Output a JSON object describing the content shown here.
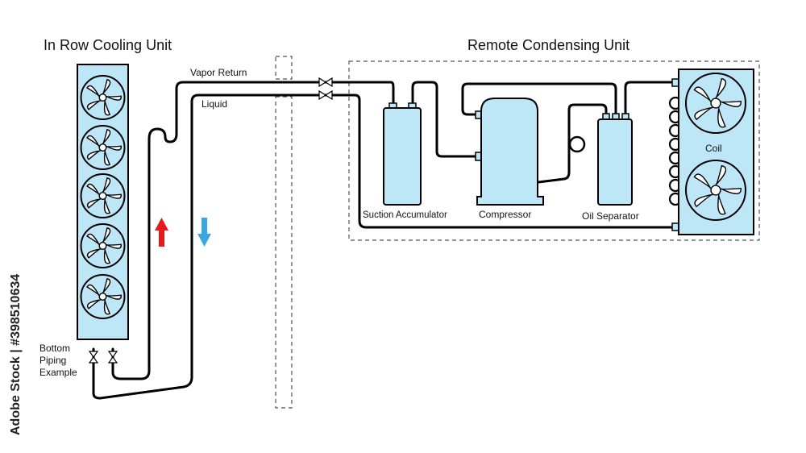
{
  "titles": {
    "left": "In Row Cooling Unit",
    "right": "Remote Condensing Unit"
  },
  "pipes": {
    "vapor_return": "Vapor Return",
    "liquid": "Liquid"
  },
  "components": {
    "suction_accumulator": "Suction Accumulator",
    "compressor": "Compressor",
    "oil_separator": "Oil Separator",
    "coil": "Coil"
  },
  "bottom_note": {
    "line1": "Bottom",
    "line2": "Piping",
    "line3": "Example"
  },
  "watermark": "Adobe Stock | #398510634",
  "colors": {
    "unit_fill": "#bde6f7",
    "arrow_up": "#e8191e",
    "arrow_down": "#3ba7df"
  },
  "flow_arrows": [
    {
      "direction": "up",
      "color": "#e8191e"
    },
    {
      "direction": "down",
      "color": "#3ba7df"
    }
  ]
}
